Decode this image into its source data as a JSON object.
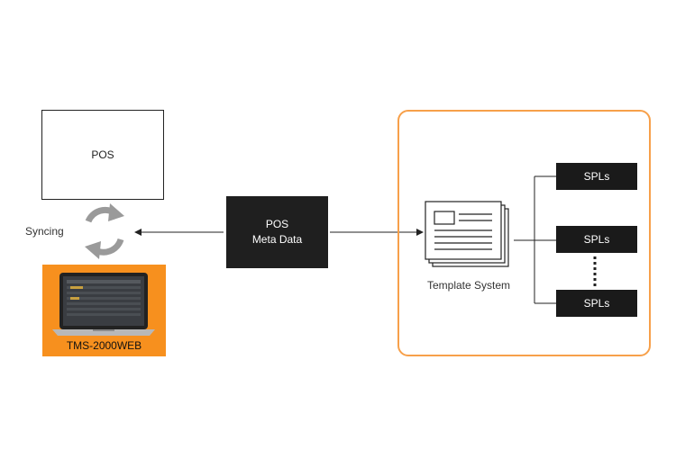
{
  "pos": {
    "label": "POS"
  },
  "meta": {
    "line1": "POS",
    "line2": "Meta Data"
  },
  "syncing": {
    "label": "Syncing"
  },
  "tms": {
    "label": "TMS-2000WEB"
  },
  "template": {
    "label": "Template System"
  },
  "spls": [
    {
      "label": "SPLs"
    },
    {
      "label": "SPLs"
    },
    {
      "label": "SPLs"
    }
  ],
  "colors": {
    "accent": "#f7901e",
    "frame": "#f7a04a",
    "dark_box": "#1f1f1f",
    "sync_gray": "#9a9a9a"
  },
  "icons": [
    "sync-icon",
    "document-stack-icon",
    "laptop-icon"
  ]
}
